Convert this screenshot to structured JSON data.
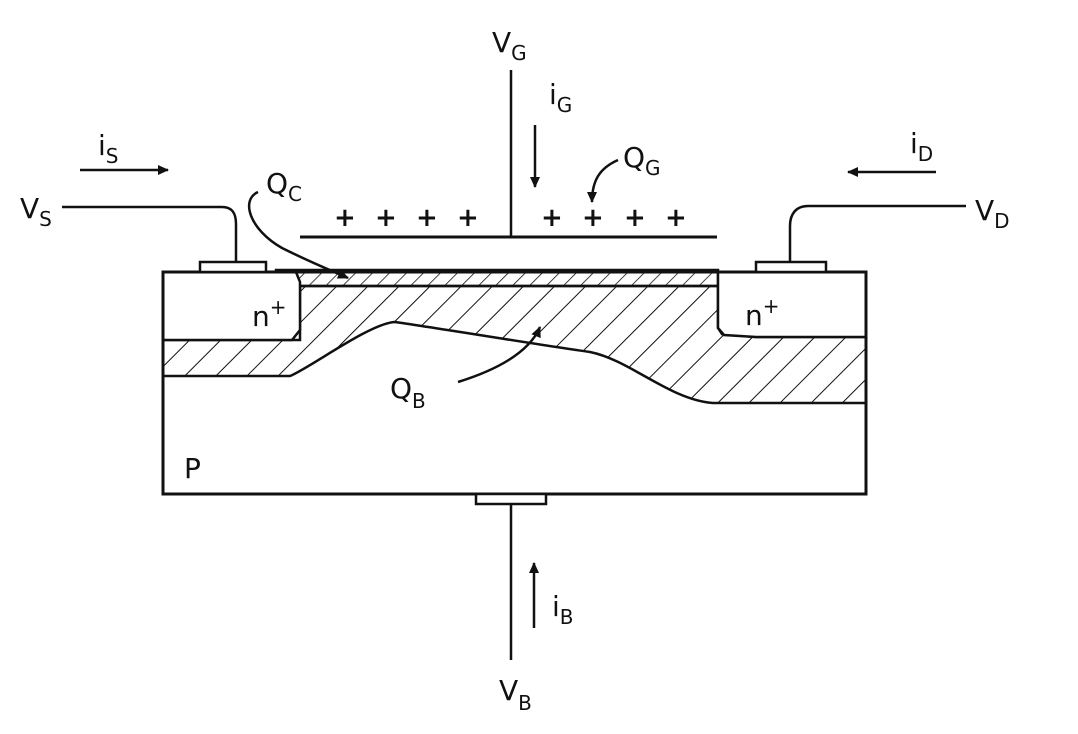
{
  "labels": {
    "vg": {
      "main": "V",
      "sub": "G"
    },
    "ig": {
      "main": "i",
      "sub": "G"
    },
    "qg": {
      "main": "Q",
      "sub": "G"
    },
    "is": {
      "main": "i",
      "sub": "S"
    },
    "id": {
      "main": "i",
      "sub": "D"
    },
    "vs": {
      "main": "V",
      "sub": "S"
    },
    "vd": {
      "main": "V",
      "sub": "D"
    },
    "qc": {
      "main": "Q",
      "sub": "C"
    },
    "qb": {
      "main": "Q",
      "sub": "B"
    },
    "source_region": {
      "main": "n",
      "sup": "+"
    },
    "drain_region": {
      "main": "n",
      "sup": "+"
    },
    "substrate": "P",
    "ib": {
      "main": "i",
      "sub": "B"
    },
    "vb": {
      "main": "V",
      "sub": "B"
    }
  },
  "gate_charges": [
    "+",
    "+",
    "+",
    "+",
    "+",
    "+",
    "+",
    "+"
  ]
}
